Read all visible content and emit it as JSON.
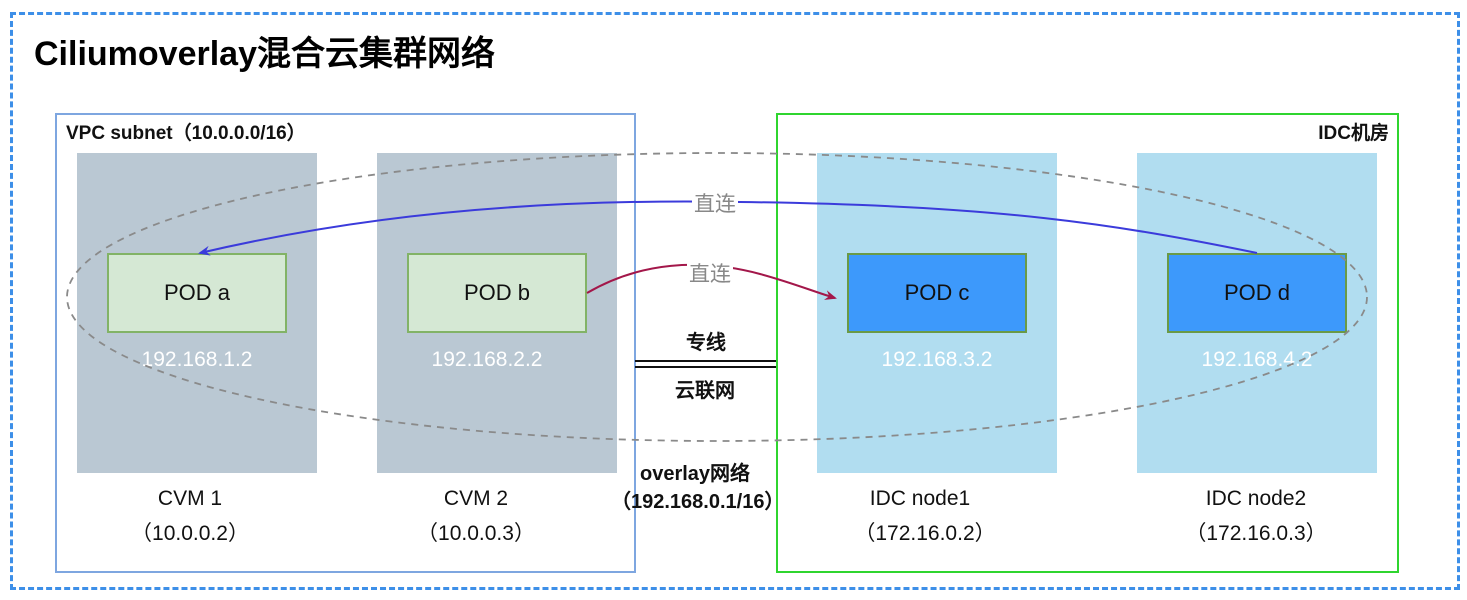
{
  "title": "Ciliumoverlay混合云集群网络",
  "vpc": {
    "label": "VPC subnet（10.0.0.0/16）"
  },
  "idc": {
    "label": "IDC机房"
  },
  "nodes": [
    {
      "name": "CVM 1",
      "ip": "（10.0.0.2）",
      "pod": "POD a",
      "pod_ip": "192.168.1.2"
    },
    {
      "name": "CVM 2",
      "ip": "（10.0.0.3）",
      "pod": "POD b",
      "pod_ip": "192.168.2.2"
    },
    {
      "name": "IDC node1",
      "ip": "（172.16.0.2）",
      "pod": "POD c",
      "pod_ip": "192.168.3.2"
    },
    {
      "name": "IDC node2",
      "ip": "（172.16.0.3）",
      "pod": "POD d",
      "pod_ip": "192.168.4.2"
    }
  ],
  "links": {
    "direct_top": "直连",
    "direct_mid": "直连",
    "line_top": "专线",
    "line_bottom": "云联网"
  },
  "overlay": {
    "label": "overlay网络",
    "cidr": "（192.168.0.1/16）"
  },
  "colors": {
    "outer_border": "#3d8fe8",
    "vpc_border": "#7ea6e0",
    "idc_border": "#2fd52f",
    "cvm_host": "#bac8d3",
    "idc_host": "#b1ddf0",
    "pod_green": "#d5e8d4",
    "pod_blue": "#3d99fb",
    "arrow_blue": "#3b3bdb",
    "arrow_red": "#a3174a"
  }
}
